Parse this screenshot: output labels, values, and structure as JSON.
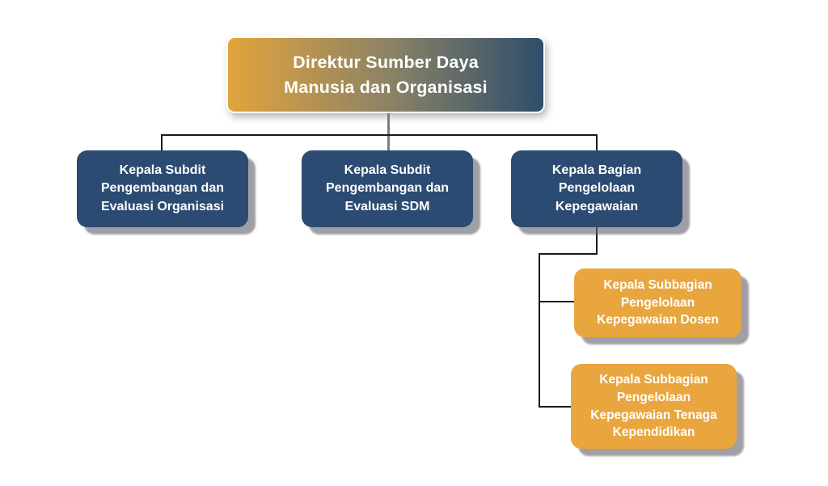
{
  "page": {
    "type": "organizational-chart",
    "language": "Indonesian",
    "background_color": "#FFFFFF"
  },
  "org_chart": {
    "root": {
      "title": "Direktur Sumber Daya\nManusia dan Organisasi"
    },
    "level_2": [
      {
        "title": "Kepala Subdit\nPengembangan dan\nEvaluasi Organisasi",
        "reports_to": "Direktur Sumber Daya Manusia dan Organisasi"
      },
      {
        "title": "Kepala Subdit\nPengembangan dan\nEvaluasi SDM",
        "reports_to": "Direktur Sumber Daya Manusia dan Organisasi"
      },
      {
        "title": "Kepala Bagian\nPengelolaan\nKepegawaian",
        "reports_to": "Direktur Sumber Daya Manusia dan Organisasi"
      }
    ],
    "level_3": [
      {
        "title": "Kepala Subbagian\nPengelolaan\nKepegawaian Dosen",
        "reports_to": "Kepala Bagian Pengelolaan Kepegawaian"
      },
      {
        "title": "Kepala Subbagian\nPengelolaan\nKepegawaian Tenaga\nKependidikan",
        "reports_to": "Kepala Bagian Pengelolaan Kepegawaian"
      }
    ],
    "colors": {
      "node_navy": "#2B4B72",
      "node_gold": "#E9A63E",
      "root_gradient_left": "#E2A43C",
      "root_gradient_right": "#2E4E6B",
      "node_text": "#FFFFFF",
      "connector_dark": "#1A1A1A",
      "connector_gray": "#7C7C7C",
      "shadow_gray": "#64646E"
    }
  }
}
